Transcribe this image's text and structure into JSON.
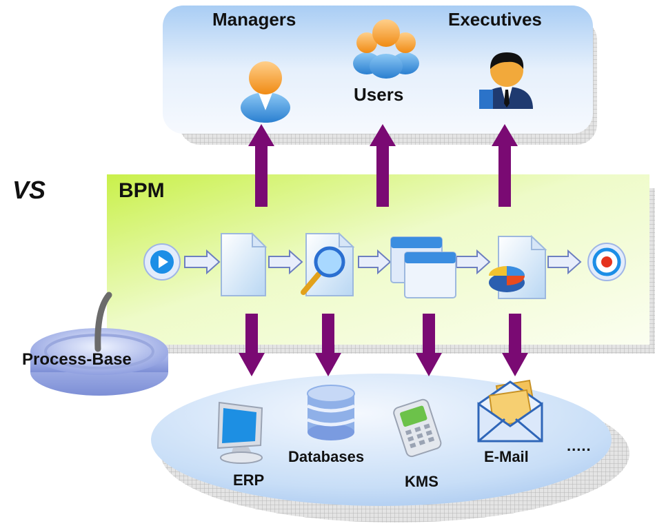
{
  "vs_label": "VS",
  "users_panel": {
    "managers_label": "Managers",
    "users_label": "Users",
    "executives_label": "Executives"
  },
  "bpm_panel": {
    "title": "BPM",
    "flow_steps": [
      "play-icon",
      "document-icon",
      "magnifier-document-icon",
      "windows-icon",
      "pie-chart-document-icon",
      "record-stop-icon"
    ]
  },
  "process_base_label": "Process-Base",
  "systems_panel": {
    "erp_label": "ERP",
    "databases_label": "Databases",
    "kms_label": "KMS",
    "email_label": "E-Mail",
    "more_label": "....."
  },
  "colors": {
    "arrow": "#7a0a73",
    "users_panel": "#dbe9fb",
    "bpm_panel": "#e9f9b6",
    "systems_panel": "#cfe2f8"
  }
}
